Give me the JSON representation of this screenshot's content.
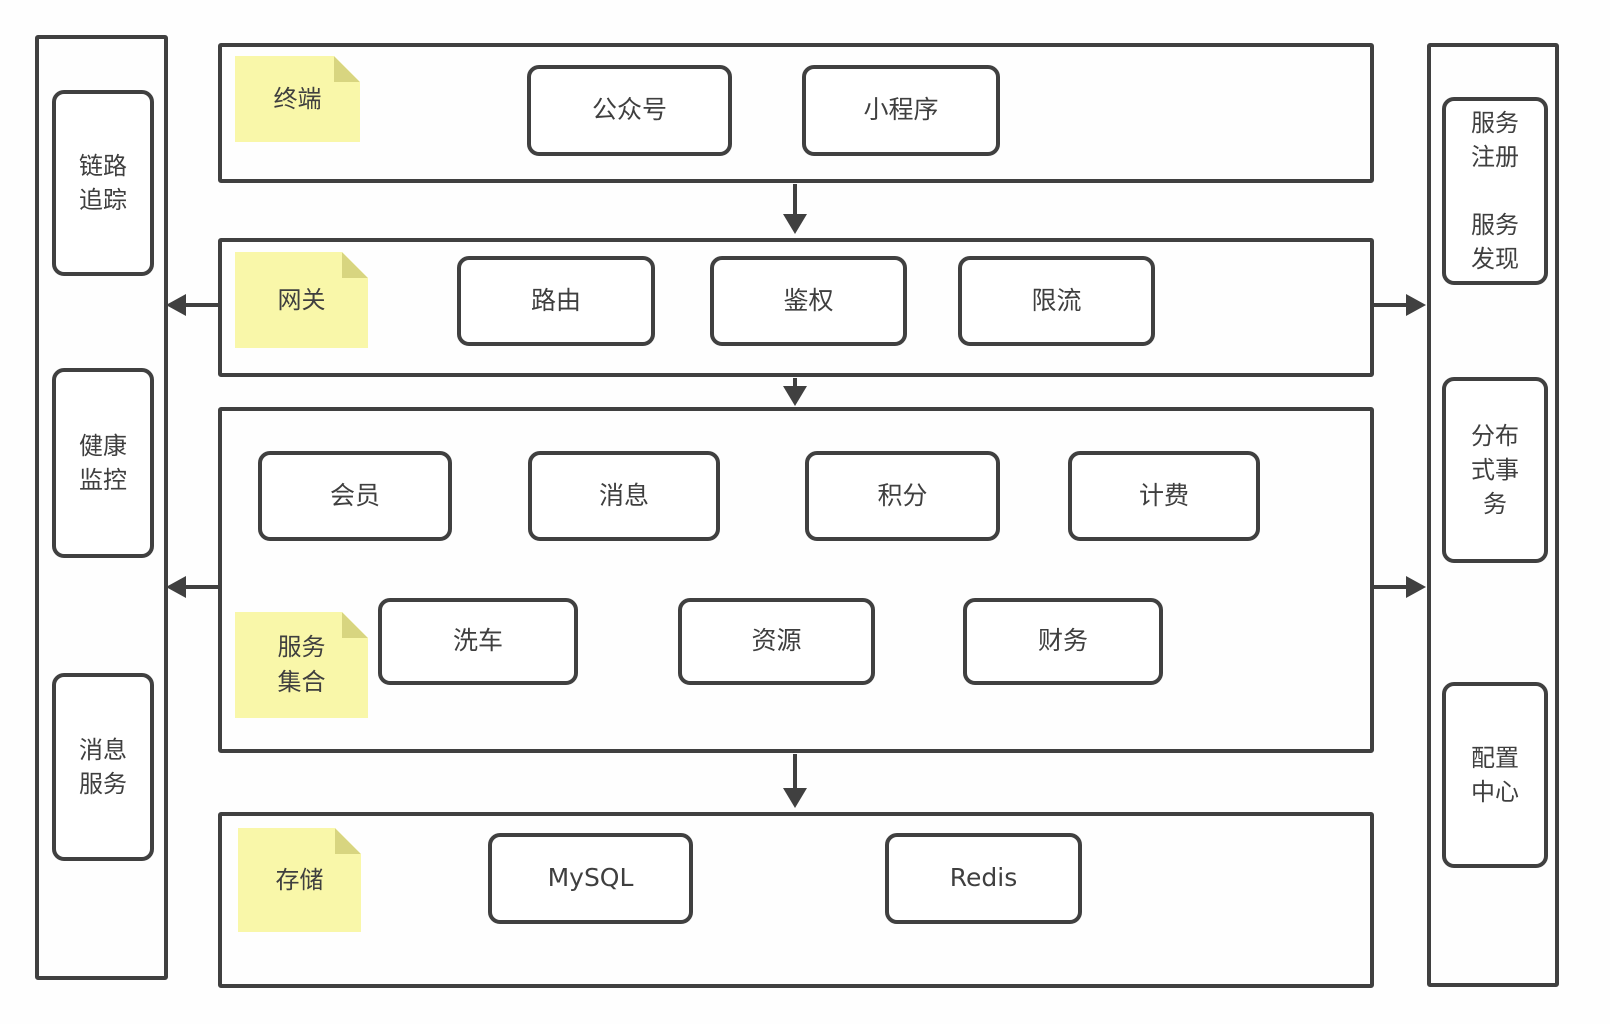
{
  "colors": {
    "line": "#404040",
    "sticky_bg": "#F9F7A9",
    "sticky_fold": "#D8D580",
    "text": "#3F3F3F",
    "background": "#FEFEFE"
  },
  "left_sidebar": {
    "items": [
      {
        "label": "链路\n追踪"
      },
      {
        "label": "健康\n监控"
      },
      {
        "label": "消息\n服务"
      }
    ]
  },
  "right_sidebar": {
    "items": [
      {
        "label": "服务\n注册\n\n服务\n发现"
      },
      {
        "label": "分布\n式事\n务"
      },
      {
        "label": "配置\n中心"
      }
    ]
  },
  "bands": {
    "terminal": {
      "sticky": "终端",
      "boxes": [
        {
          "label": "公众号"
        },
        {
          "label": "小程序"
        }
      ]
    },
    "gateway": {
      "sticky": "网关",
      "boxes": [
        {
          "label": "路由"
        },
        {
          "label": "鉴权"
        },
        {
          "label": "限流"
        }
      ]
    },
    "services": {
      "sticky": "服务\n集合",
      "row1": [
        {
          "label": "会员"
        },
        {
          "label": "消息"
        },
        {
          "label": "积分"
        },
        {
          "label": "计费"
        }
      ],
      "row2": [
        {
          "label": "洗车"
        },
        {
          "label": "资源"
        },
        {
          "label": "财务"
        }
      ]
    },
    "storage": {
      "sticky": "存储",
      "boxes": [
        {
          "label": "MySQL"
        },
        {
          "label": "Redis"
        }
      ]
    }
  }
}
